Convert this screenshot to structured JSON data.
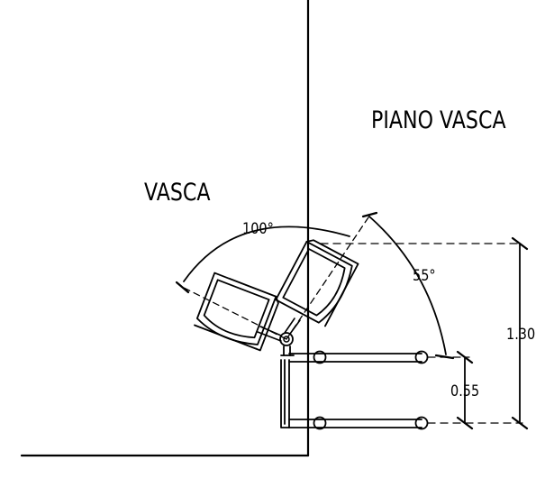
{
  "labels": {
    "tub": "VASCA",
    "tub_deck": "PIANO VASCA"
  },
  "dimensions": {
    "total_height": "1.30",
    "lower_gap": "0.55",
    "angle_wide": "100°",
    "angle_narrow": "55°"
  },
  "colors": {
    "line": "#000000",
    "background": "#ffffff"
  }
}
